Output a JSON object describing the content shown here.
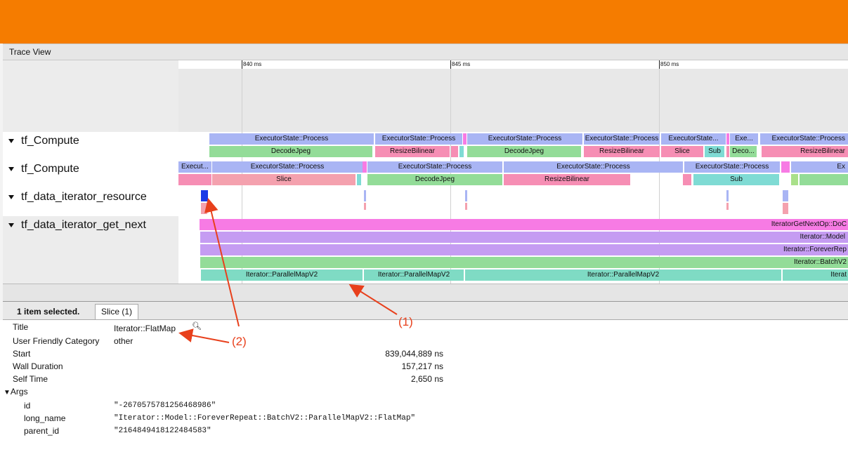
{
  "app": {
    "panel_title": "Trace View"
  },
  "tracks": [
    {
      "label": "tf_Compute"
    },
    {
      "label": "tf_Compute"
    },
    {
      "label": "tf_data_iterator_resource"
    },
    {
      "label": "tf_data_iterator_get_next"
    }
  ],
  "ruler": {
    "ticks": [
      "840 ms",
      "845 ms",
      "850 ms"
    ]
  },
  "lanes": {
    "compute1_top": [
      "ExecutorState::Process",
      "ExecutorState::Process",
      "ExecutorState::Process",
      "ExecutorState::Process",
      "ExecutorState...",
      "Exe...",
      "ExecutorState::Process"
    ],
    "compute1_bottom": [
      "DecodeJpeg",
      "ResizeBilinear",
      "DecodeJpeg",
      "ResizeBilinear",
      "Slice",
      "Sub",
      "Deco...",
      "ResizeBilinear"
    ],
    "compute2_top": [
      "Execut...",
      "ExecutorState::Process",
      "ExecutorState::Process",
      "ExecutorState::Process",
      "ExecutorState::Process",
      "Ex"
    ],
    "compute2_bottom": [
      "Slice",
      "DecodeJpeg",
      "ResizeBilinear",
      "Sub"
    ],
    "get_next": [
      "IteratorGetNextOp::DoC",
      "Iterator::Model",
      "Iterator::ForeverRep",
      "Iterator::BatchV2",
      "Iterator::ParallelMapV2",
      "Iterator::ParallelMapV2",
      "Iterator::ParallelMapV2",
      "Iterat"
    ]
  },
  "selection": {
    "count_label": "1 item selected.",
    "tab_label": "Slice (1)"
  },
  "details": {
    "title_label": "Title",
    "title_value": "Iterator::FlatMap",
    "category_label": "User Friendly Category",
    "category_value": "other",
    "start_label": "Start",
    "start_value": "839,044,889 ns",
    "wall_label": "Wall Duration",
    "wall_value": "157,217 ns",
    "self_label": "Self Time",
    "self_value": "2,650 ns",
    "args_label": "Args",
    "args": [
      {
        "key": "id",
        "value": "\"-2670575781256468986\""
      },
      {
        "key": "long_name",
        "value": "\"Iterator::Model::ForeverRepeat::BatchV2::ParallelMapV2::FlatMap\""
      },
      {
        "key": "parent_id",
        "value": "\"2164849418122484583\""
      }
    ]
  },
  "annotations": {
    "a1": "(1)",
    "a2": "(2)"
  },
  "colors": {
    "topbar": "#f57c00",
    "annotation": "#e8401c"
  }
}
